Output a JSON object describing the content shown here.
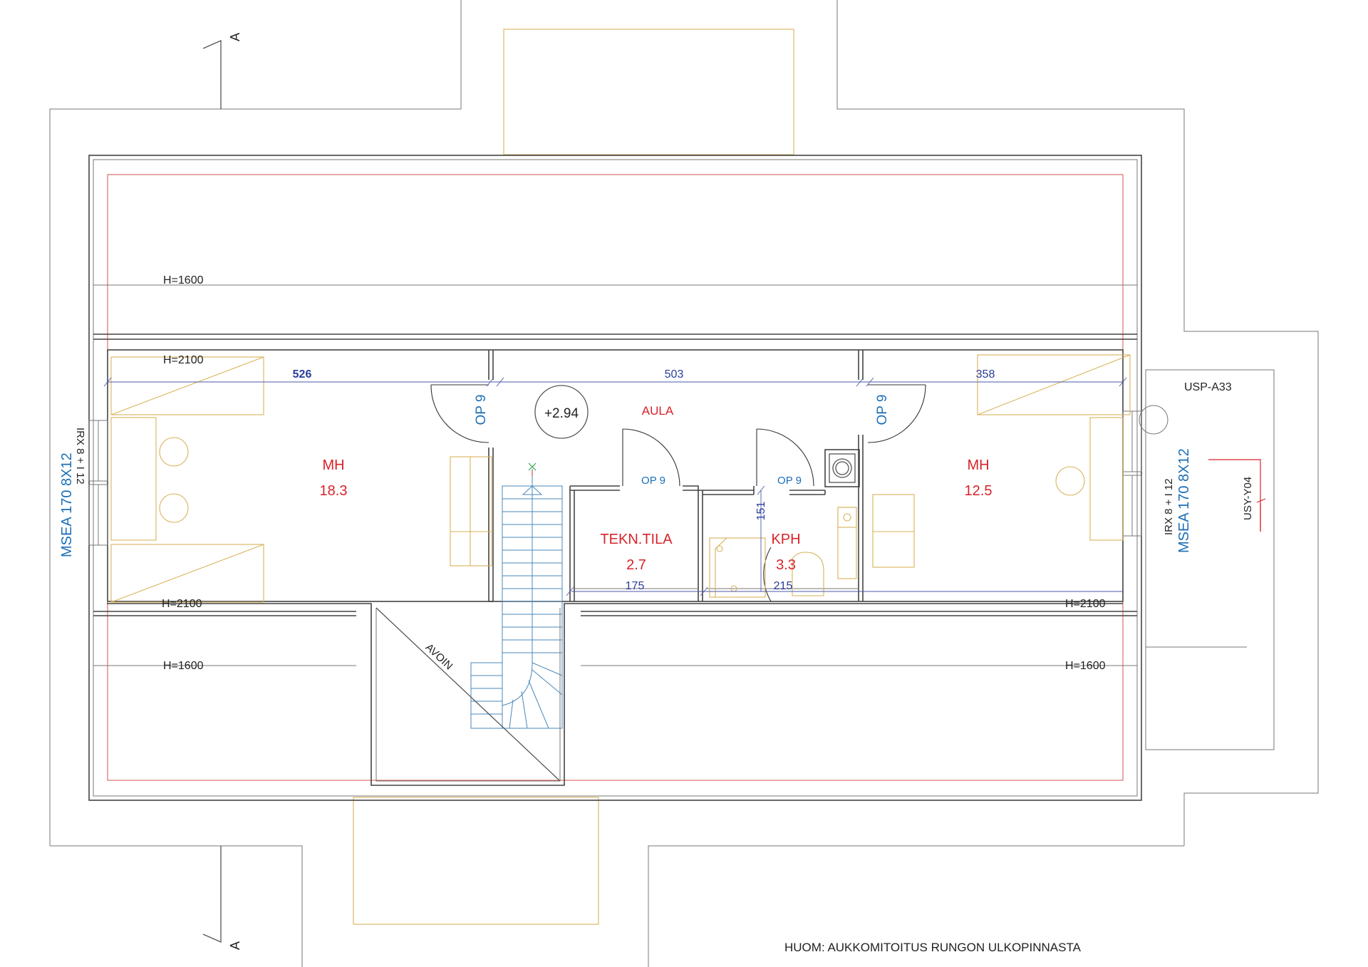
{
  "plan": {
    "rooms": [
      {
        "name": "MH",
        "area": "18.3"
      },
      {
        "name": "MH",
        "area": "12.5"
      },
      {
        "name": "TEKN.TILA",
        "area": "2.7"
      },
      {
        "name": "KPH",
        "area": "3.3"
      },
      {
        "name": "AULA"
      }
    ],
    "level_mark": "+2.94",
    "door_labels": [
      "OP 9",
      "OP 9",
      "OP 9",
      "OP 9"
    ],
    "dimensions": [
      "526",
      "503",
      "358",
      "175",
      "215",
      "151"
    ],
    "heights": [
      "H=1600",
      "H=2100",
      "H=2100",
      "H=1600",
      "H=1600",
      "H=2100"
    ],
    "insulation": {
      "left": "MSEA 170 8X12",
      "right": "MSEA 170 8X12"
    },
    "wall_type": {
      "left": "IRX 8 + I 12",
      "right": "IRX 8 + I 12"
    },
    "section_marker": "A",
    "opening_label": "AVOIN",
    "tags": {
      "usp": "USP-A33",
      "usy": "USY-Y04"
    },
    "note": "HUOM: AUKKOMITOITUS RUNGON ULKOPINNASTA"
  },
  "colors": {
    "room_label": "#d8232a",
    "dimension": "#2a3d9a",
    "door_label": "#1b6fb6",
    "furniture": "#d9b25a",
    "stair": "#4a87b8"
  }
}
